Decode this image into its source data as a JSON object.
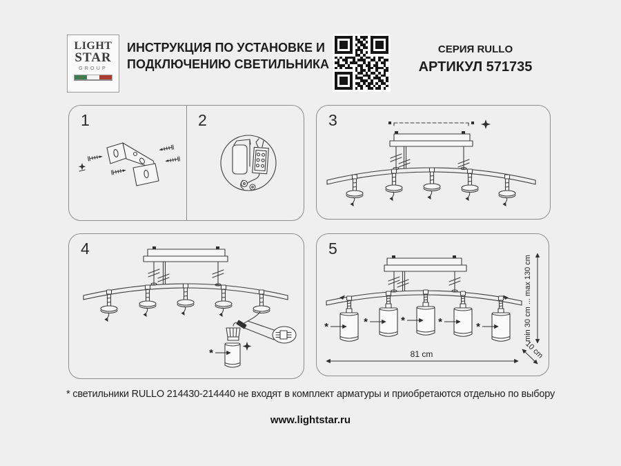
{
  "colors": {
    "background": "#efefef",
    "line_art": "#3c3c3c",
    "text": "#1d1d1d",
    "flag_green": "#41794a",
    "flag_white": "#f6f6f6",
    "flag_red": "#ae3a34"
  },
  "header": {
    "logo": {
      "word1": "LIGHT",
      "word2": "STAR",
      "word3": "GROUP"
    },
    "title_line1": "ИНСТРУКЦИЯ ПО УСТАНОВКЕ И",
    "title_line2": "ПОДКЛЮЧЕНИЮ СВЕТИЛЬНИКА",
    "series": "СЕРИЯ RULLO",
    "article": "АРТИКУЛ 571735",
    "qr_matrix": [
      "111111101011101111111",
      "100000101101001000001",
      "101110100110101011101",
      "101110101011001011101",
      "101110100101101011101",
      "100000101110001000001",
      "111111101010101111111",
      "000000001101000000000",
      "101011110010110101100",
      "010110010111001101011",
      "110010111001010010110",
      "011101000110110110010",
      "101011101010011011101",
      "000000001011010010011",
      "111111100110101101010",
      "100000101001110010110",
      "101110101110010111001",
      "101110100011101001101",
      "101110101101011010110",
      "100000100110110101001",
      "111111101010011011010"
    ]
  },
  "steps": [
    "1",
    "2",
    "3",
    "4",
    "5"
  ],
  "dimensions": {
    "width": "81 cm",
    "height_range": "min 30 cm ... max 130 cm",
    "depth": "10 cm"
  },
  "marks": {
    "asterisk": "*"
  },
  "footer": {
    "note": "* светильники RULLO 214430-214440 не входят в комплект арматуры и приобретаются отдельно по выбору",
    "website": "www.lightstar.ru"
  }
}
